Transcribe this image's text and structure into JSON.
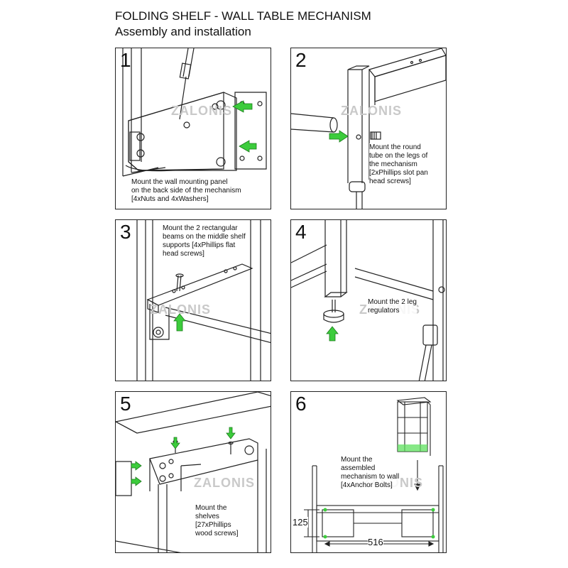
{
  "header": {
    "title": "FOLDING SHELF - WALL TABLE MECHANISM",
    "subtitle": "Assembly and installation"
  },
  "watermark": "ZALONIS",
  "accent_color": "#3ccc3c",
  "steps": [
    {
      "number": "1",
      "lines": [
        "Mount the wall mounting panel",
        "on the back side of the mechanism",
        "[4xNuts and 4xWashers]"
      ]
    },
    {
      "number": "2",
      "lines": [
        "Mount the round",
        "tube on the legs of",
        "the mechanism",
        "[2xPhillips slot pan",
        " head screws]"
      ]
    },
    {
      "number": "3",
      "lines": [
        "Mount the 2 rectangular",
        "beams on the middle shelf",
        "supports [4xPhillips flat",
        "head screws]"
      ]
    },
    {
      "number": "4",
      "lines": [
        "Mount the 2 leg",
        "regulators"
      ]
    },
    {
      "number": "5",
      "lines": [
        "Mount the",
        "shelves",
        "[27xPhillips",
        "wood screws]"
      ]
    },
    {
      "number": "6",
      "lines": [
        "Mount the",
        "assembled",
        "mechanism to wall",
        "[4xAnchor Bolts]"
      ],
      "dimensions": {
        "height": "125",
        "width": "516"
      }
    }
  ]
}
